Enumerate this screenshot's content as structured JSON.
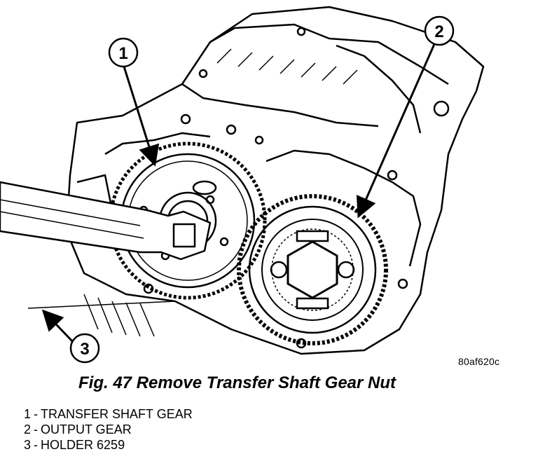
{
  "figure": {
    "image_code": "80af620c",
    "callouts": [
      "1",
      "2",
      "3"
    ]
  },
  "caption": {
    "title": "Fig. 47 Remove Transfer Shaft Gear Nut"
  },
  "legend": [
    {
      "number": "1",
      "label": "TRANSFER SHAFT GEAR"
    },
    {
      "number": "2",
      "label": "OUTPUT GEAR"
    },
    {
      "number": "3",
      "label": "HOLDER 6259"
    }
  ]
}
